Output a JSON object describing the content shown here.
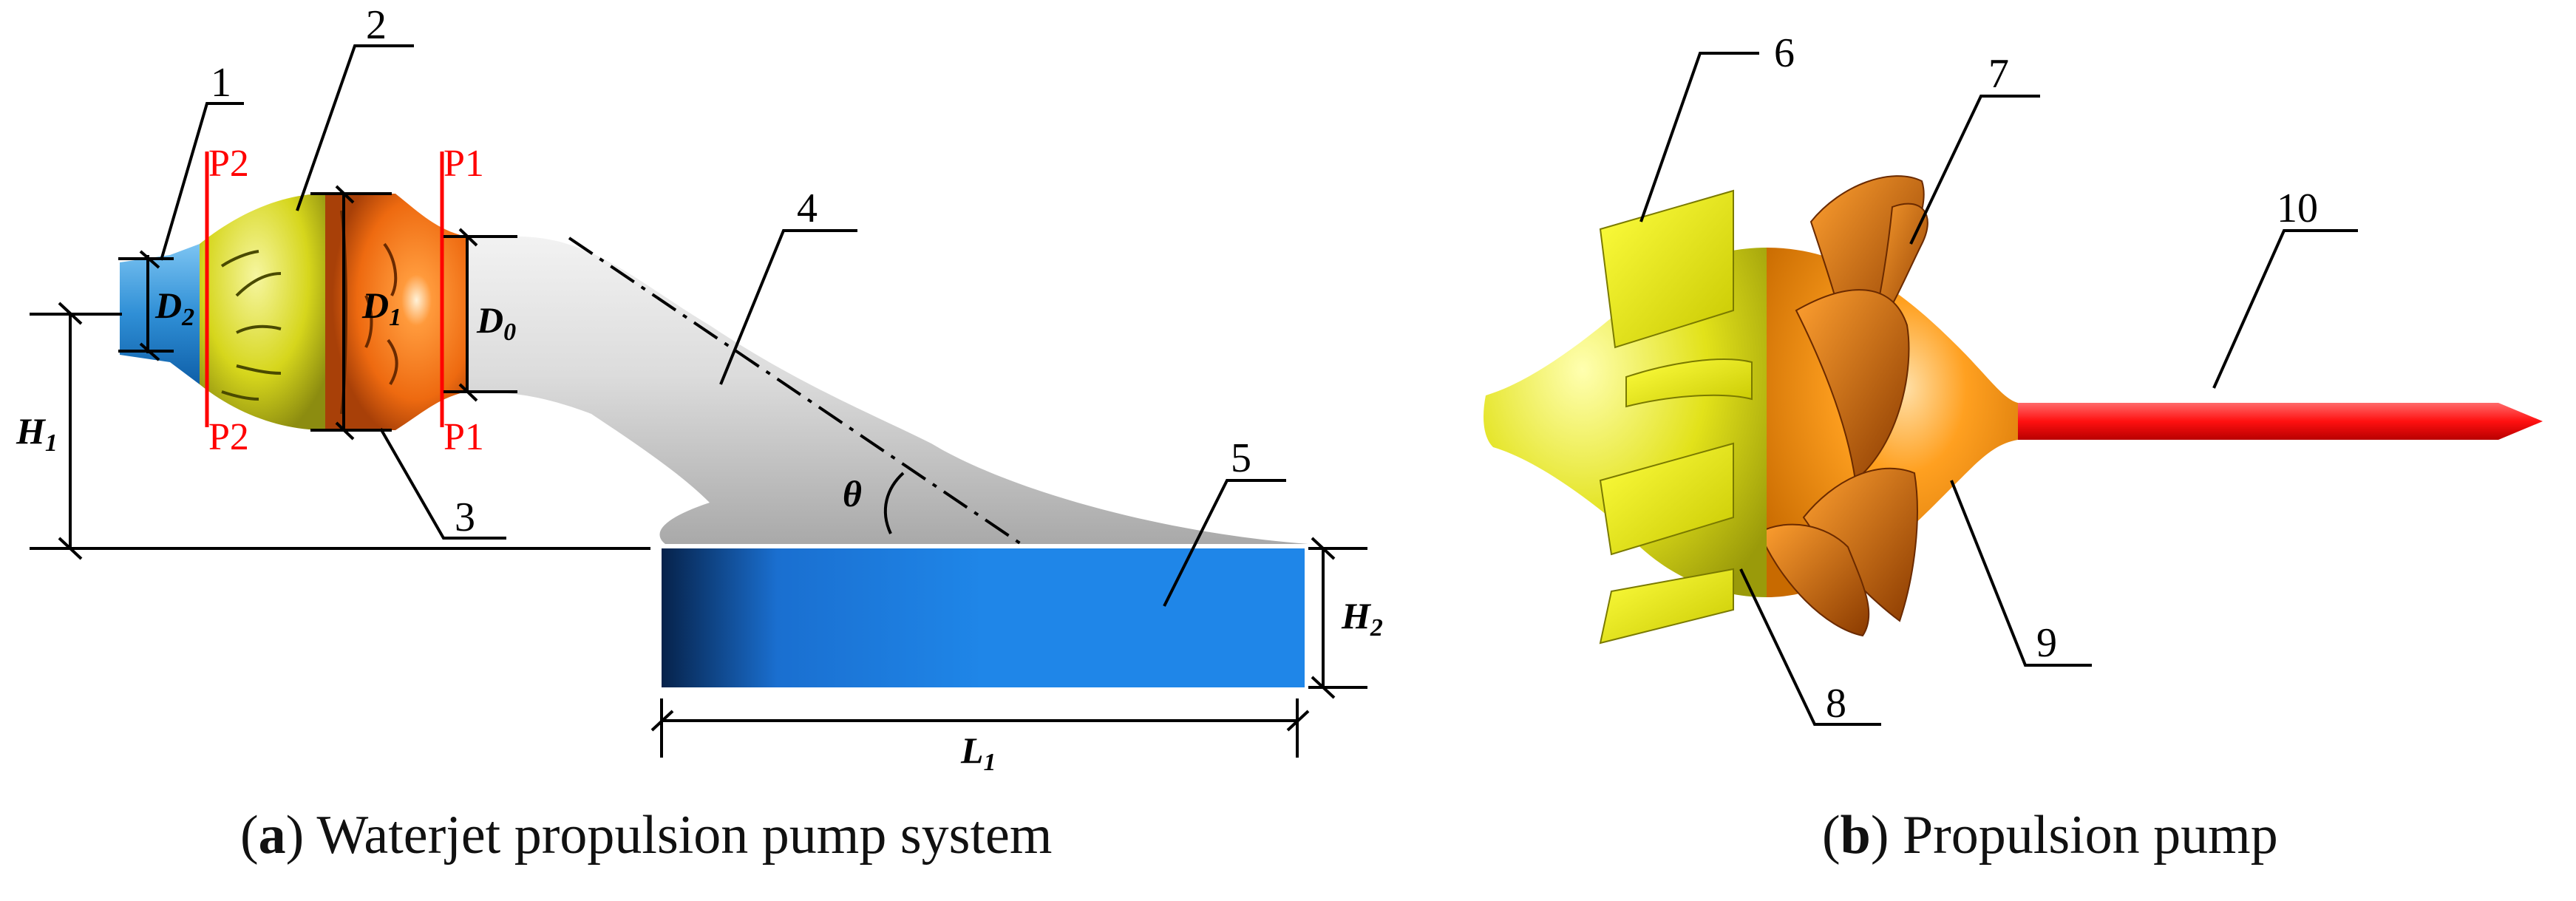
{
  "figure": {
    "colors": {
      "inlet_blue": "#2f8fd6",
      "hub_yellow": "#e6e61e",
      "impeller_orange": "#f07a14",
      "duct_gray": "#d6d6d6",
      "plenum_blue": "#1f86e8",
      "shaft_red": "#ff1a1a",
      "section_red": "#ff0000",
      "line_black": "#000000"
    },
    "panel_a": {
      "letter": "a",
      "caption": "Waterjet propulsion pump system",
      "part_labels": [
        "1",
        "2",
        "3",
        "4",
        "5"
      ],
      "section_labels": {
        "p2_top": "P2",
        "p2_bottom": "P2",
        "p1_top": "P1",
        "p1_bottom": "P1"
      },
      "dimensions": {
        "d2": "D",
        "d2_sub": "2",
        "d1": "D",
        "d1_sub": "1",
        "d0": "D",
        "d0_sub": "0",
        "h1": "H",
        "h1_sub": "1",
        "h2": "H",
        "h2_sub": "2",
        "l1": "L",
        "l1_sub": "1",
        "theta": "θ"
      }
    },
    "panel_b": {
      "letter": "b",
      "caption": "Propulsion pump",
      "part_labels": [
        "6",
        "7",
        "8",
        "9",
        "10"
      ]
    }
  }
}
